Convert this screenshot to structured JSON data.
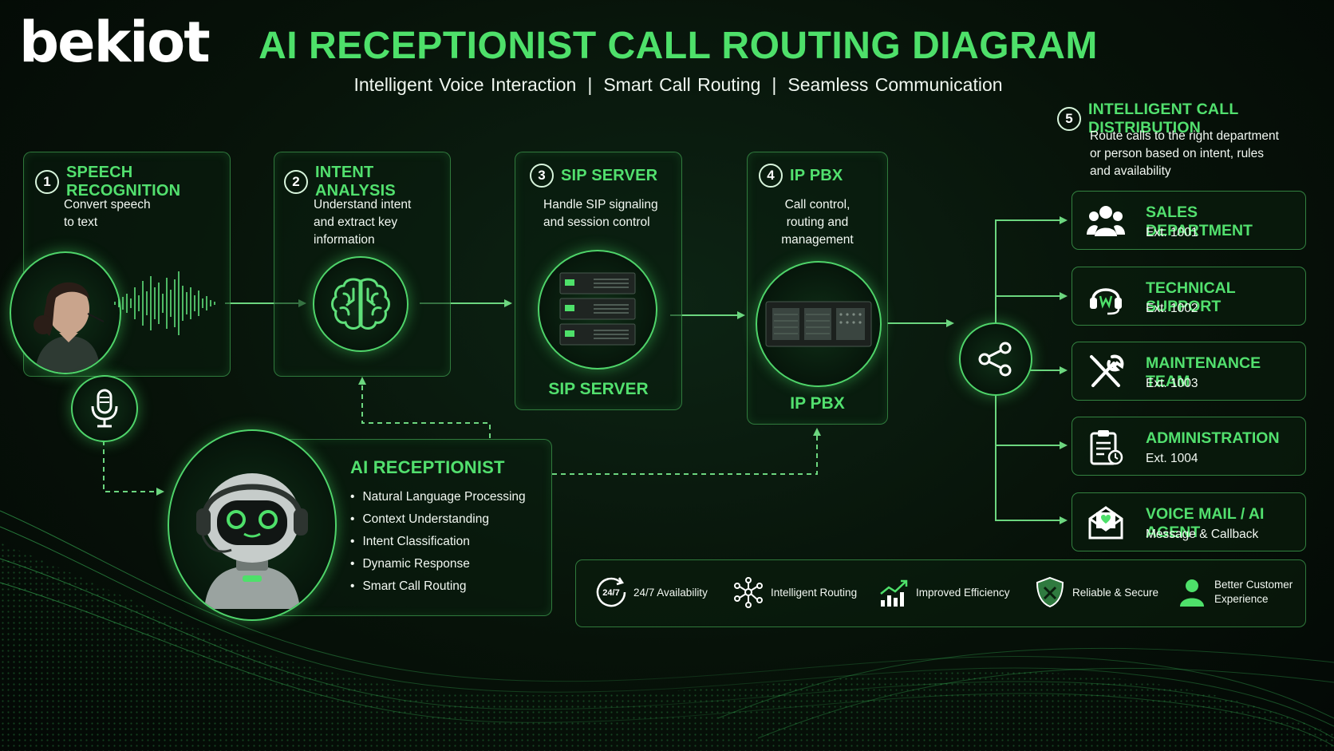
{
  "brand": {
    "logo": "bekiot"
  },
  "header": {
    "title": "AI RECEPTIONIST CALL ROUTING DIAGRAM",
    "subtitle_parts": [
      "Intelligent Voice Interaction",
      "Smart Call Routing",
      "Seamless Communication"
    ],
    "separator": "|"
  },
  "steps": [
    {
      "num": "1",
      "title": "SPEECH RECOGNITION",
      "desc": [
        "Convert speech",
        "to text"
      ]
    },
    {
      "num": "2",
      "title": "INTENT ANALYSIS",
      "desc": [
        "Understand intent",
        "and extract key",
        "information"
      ]
    },
    {
      "num": "3",
      "title": "SIP SERVER",
      "desc": [
        "Handle SIP signaling",
        "and session control"
      ],
      "label": "SIP SERVER"
    },
    {
      "num": "4",
      "title": "IP PBX",
      "desc": [
        "Call control,",
        "routing and",
        "management"
      ],
      "label": "IP PBX"
    }
  ],
  "distribution": {
    "num": "5",
    "title": "INTELLIGENT CALL DISTRIBUTION",
    "desc": [
      "Route calls to the right department",
      "or person based on intent, rules",
      "and availability"
    ]
  },
  "departments": [
    {
      "name": "SALES DEPARTMENT",
      "ext": "Ext. 1001",
      "icon": "people-icon"
    },
    {
      "name": "TECHNICAL SUPPORT",
      "ext": "Ext. 1002",
      "icon": "headset-icon"
    },
    {
      "name": "MAINTENANCE TEAM",
      "ext": "Ext. 1003",
      "icon": "tools-icon"
    },
    {
      "name": "ADMINISTRATION",
      "ext": "Ext. 1004",
      "icon": "clipboard-icon"
    },
    {
      "name": "VOICE MAIL / AI AGENT",
      "ext": "Message & Callback",
      "icon": "mail-icon"
    }
  ],
  "ai_receptionist": {
    "title": "AI RECEPTIONIST",
    "features": [
      "Natural Language Processing",
      "Context Understanding",
      "Intent Classification",
      "Dynamic Response",
      "Smart Call Routing"
    ]
  },
  "benefits": [
    {
      "label": "24/7 Availability",
      "icon": "clock-247-icon",
      "badge": "24/7"
    },
    {
      "label": "Intelligent Routing",
      "icon": "network-icon"
    },
    {
      "label": "Improved Efficiency",
      "icon": "growth-chart-icon"
    },
    {
      "label": "Reliable & Secure",
      "icon": "shield-icon"
    },
    {
      "label": "Better Customer Experience",
      "icon": "user-icon",
      "lines": [
        "Better Customer",
        "Experience"
      ]
    }
  ],
  "colors": {
    "accent": "#4ee06a",
    "line": "#6cd67f",
    "background": "#071209"
  }
}
